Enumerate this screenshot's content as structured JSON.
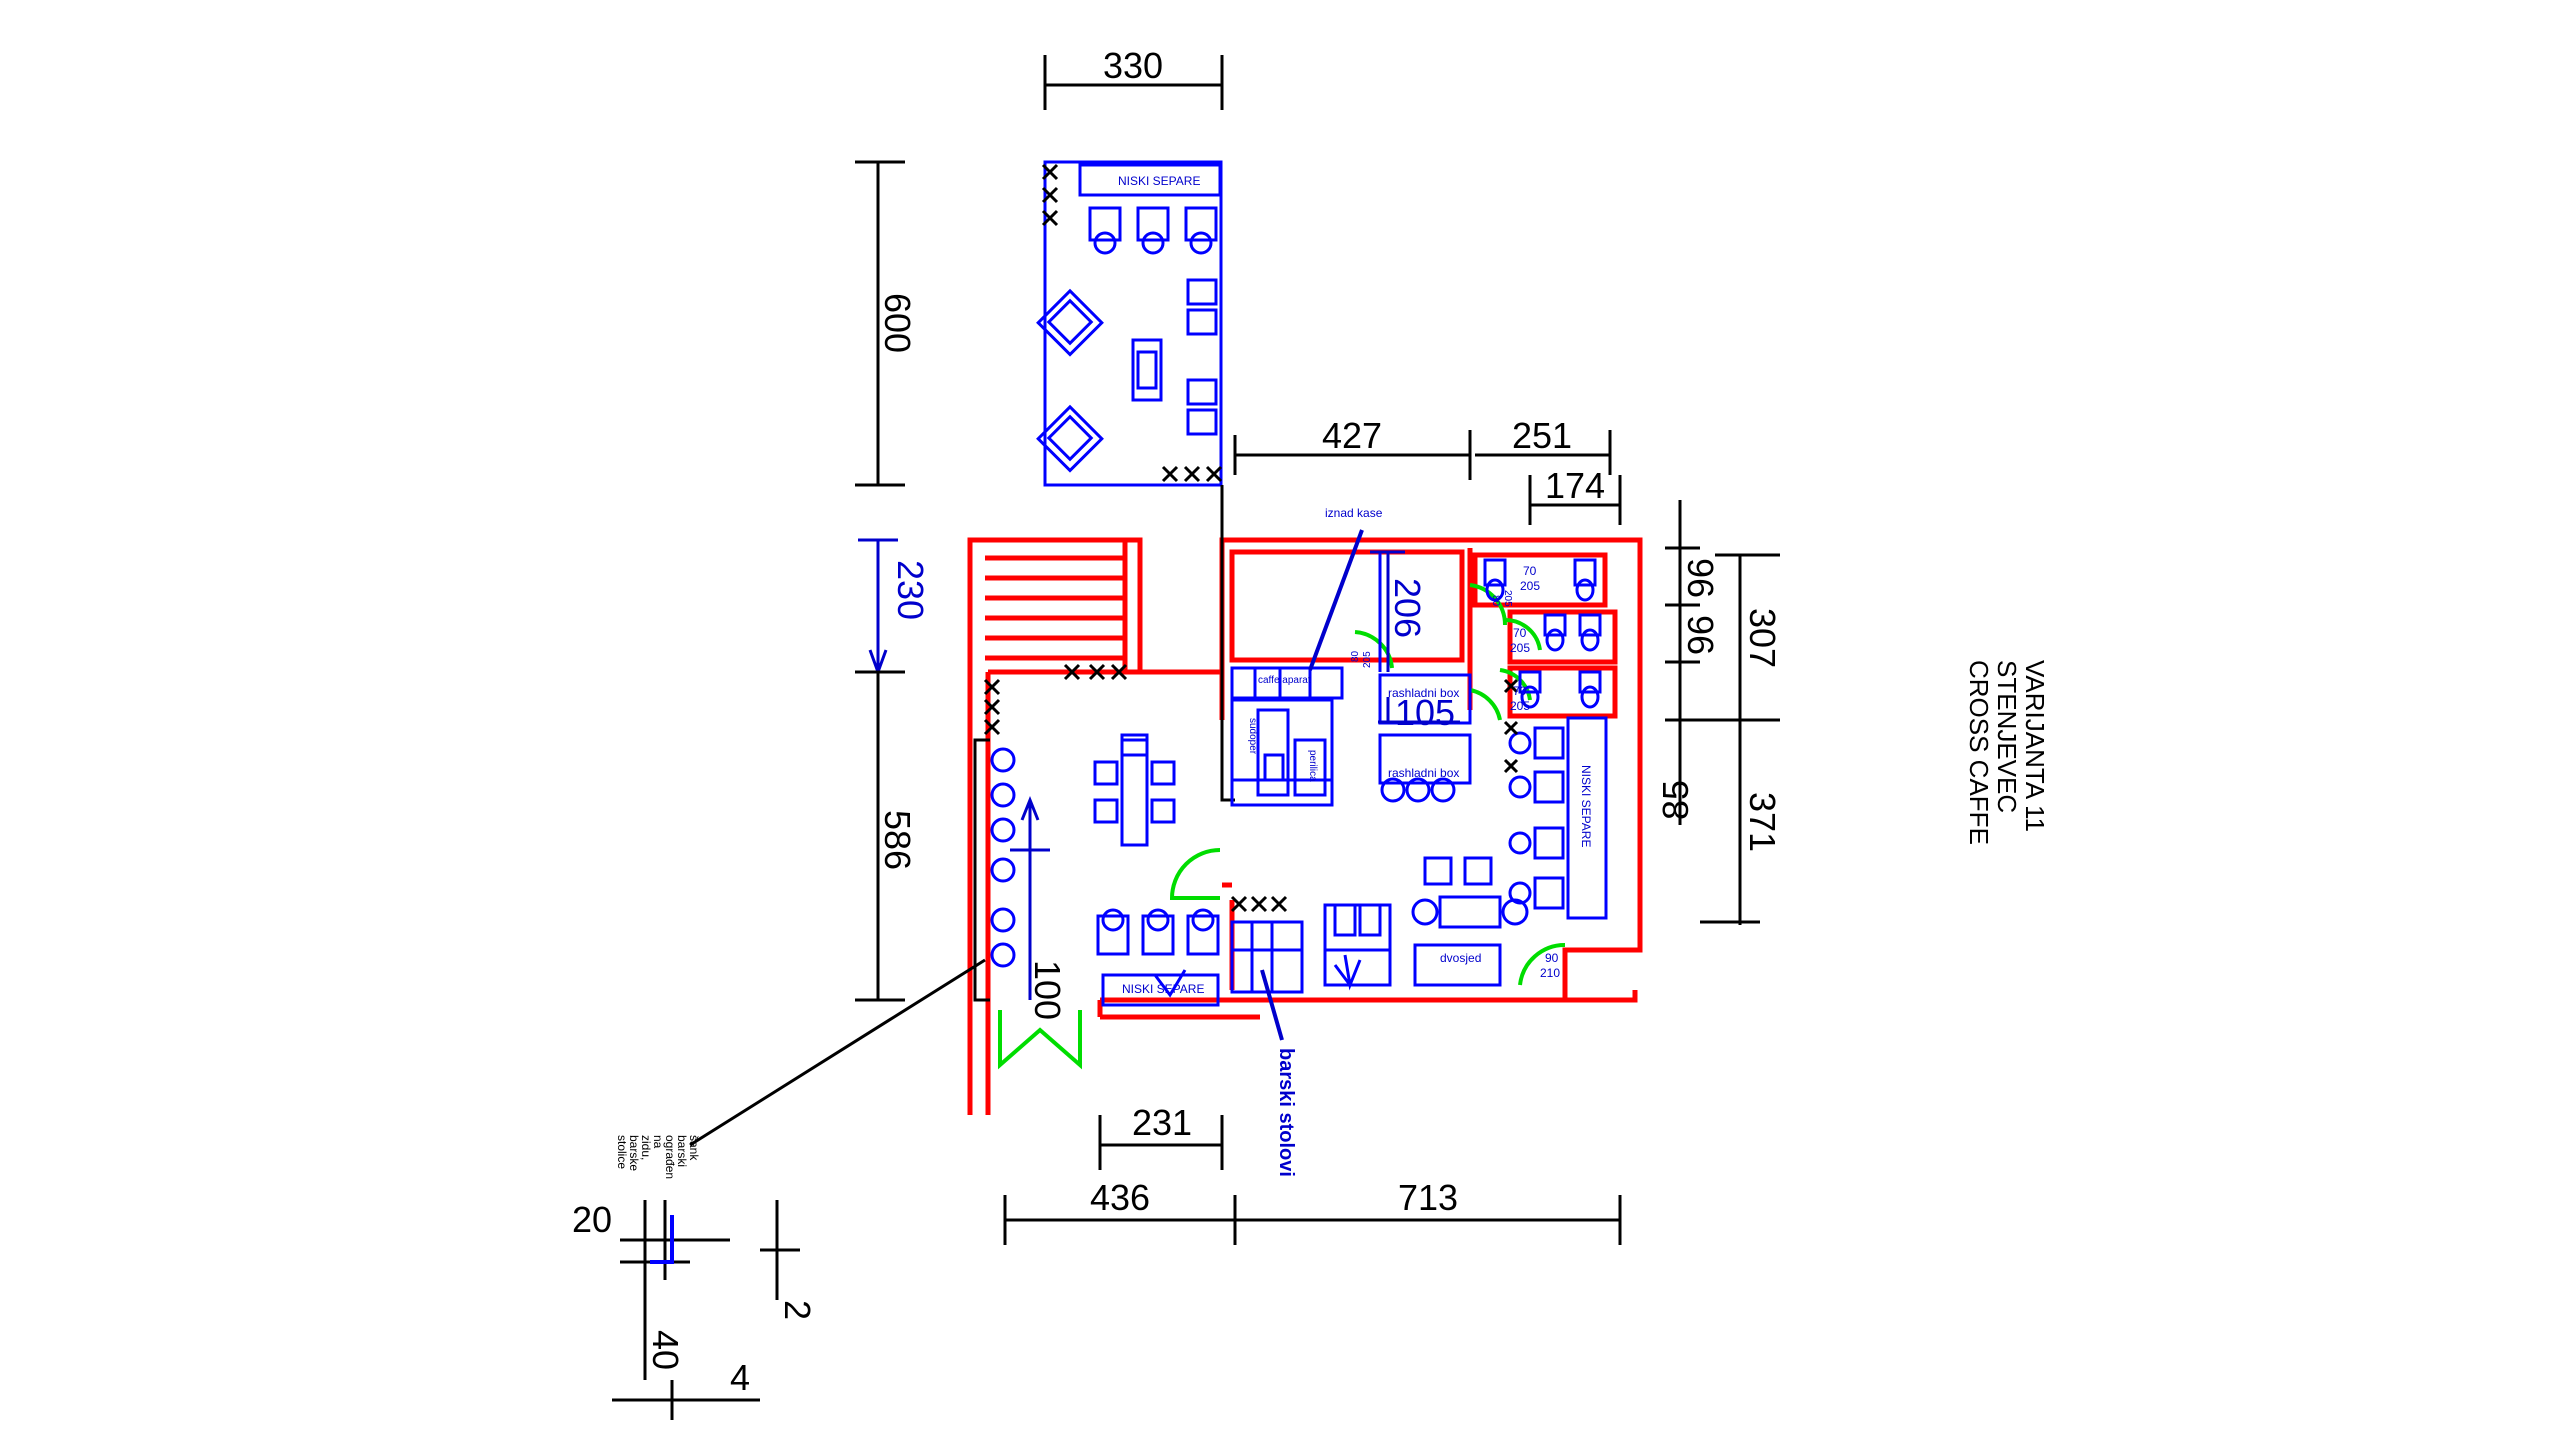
{
  "title": {
    "line1": "CROSS CAFFE",
    "line2": "STENJEVEC",
    "line3": "VARIJANTA 11"
  },
  "dimensions": {
    "d330": "330",
    "d600": "600",
    "d230": "230",
    "d586": "586",
    "d100": "100",
    "d231": "231",
    "d436": "436",
    "d713": "713",
    "d427": "427",
    "d251": "251",
    "d174": "174",
    "d206": "206",
    "d105": "105",
    "d96a": "96",
    "d96b": "96",
    "d307": "307",
    "d85": "85",
    "d371": "371",
    "d20": "20",
    "d2": "2",
    "d40": "40",
    "d4": "4"
  },
  "labels": {
    "niski_separe_top": "NISKI SEPARE",
    "niski_separe_bottom": "NISKI SEPARE",
    "niski_separe_right": "NISKI SEPARE",
    "iznad_kase": "iznad kase",
    "rashladni_box_1": "rashladni box",
    "rashladni_box_2": "rashladni box",
    "caffe_aparat": "caffe aparat",
    "sudoper": "sudoper",
    "perilica": "perilica",
    "dvosjed": "dvosjed",
    "barski_stolovi": "barski stolovi",
    "wc_70a": "70",
    "wc_205a": "205",
    "wc_70b": "70",
    "wc_205b": "205",
    "wc_70c": "70",
    "wc_205c": "205",
    "door_80a": "80",
    "door_205a": "205",
    "door_80b": "80",
    "door_205b": "205",
    "door_90": "90",
    "door_210": "210"
  },
  "note": {
    "lines": [
      "šank",
      "barski",
      "ograđen",
      "na",
      "zidu,",
      "barske",
      "stolice"
    ]
  },
  "colors": {
    "wall": "#ff0000",
    "furniture": "#0000ff",
    "door": "#00dd00",
    "dimension": "#000000",
    "blue_dim": "#0000cc"
  }
}
